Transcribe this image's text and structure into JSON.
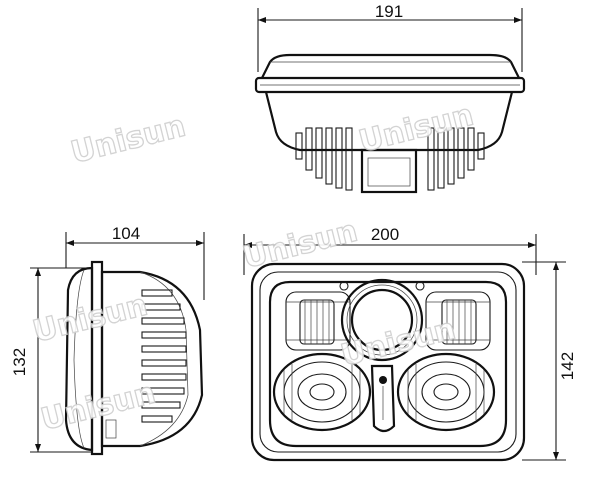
{
  "dimensions": {
    "top_width": "191",
    "side_depth": "104",
    "side_height": "132",
    "front_width": "200",
    "front_height": "142"
  },
  "watermark": "Unisun",
  "colors": {
    "line": "#1a1a1a",
    "watermark_outline": "#cfcfcf",
    "background": "#ffffff"
  }
}
